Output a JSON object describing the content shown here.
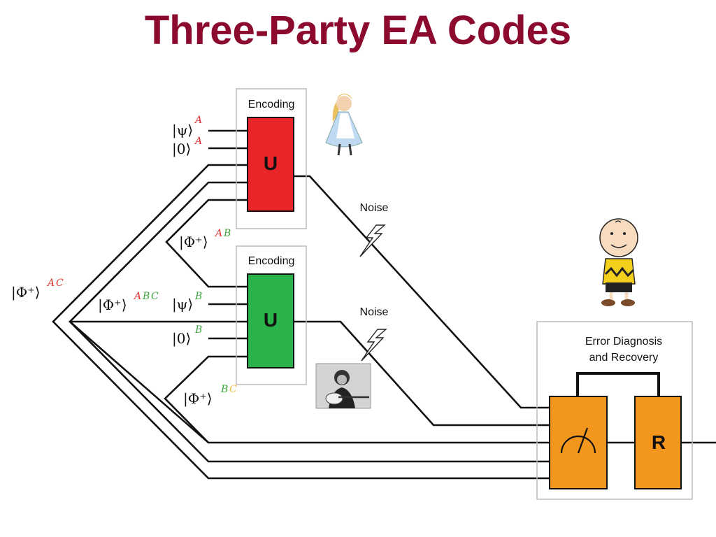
{
  "title": "Three-Party EA Codes",
  "colors": {
    "title": "#8b0a2e",
    "alice_gate": "#e8262a",
    "bob_gate": "#2ab34a",
    "recovery_gate": "#f3961e",
    "superscript_A": "#e03030",
    "superscript_B": "#3aa53a",
    "wire": "#111111",
    "box_border": "#bbbbbb"
  },
  "encoder_alice": {
    "label": "Encoding",
    "gate": "U",
    "inputs": [
      {
        "ket": "|ψ⟩",
        "sup": "A"
      },
      {
        "ket": "|0⟩",
        "sup": "A"
      }
    ]
  },
  "encoder_bob": {
    "label": "Encoding",
    "gate": "U",
    "inputs": [
      {
        "ket": "|ψ⟩",
        "sup": "B"
      },
      {
        "ket": "|0⟩",
        "sup": "B"
      }
    ]
  },
  "entangled_states": {
    "ab": {
      "ket": "|Φ⁺⟩",
      "sup": "AB"
    },
    "ac": {
      "ket": "|Φ⁺⟩",
      "sup": "AC"
    },
    "abc": {
      "ket": "|Φ⁺⟩",
      "sup": "ABC"
    },
    "bc": {
      "ket": "|Φ⁺⟩",
      "sup": "BC"
    }
  },
  "noise": [
    {
      "label": "Noise"
    },
    {
      "label": "Noise"
    }
  ],
  "decoder": {
    "label_line1": "Error Diagnosis",
    "label_line2": "and Recovery",
    "measure_icon": "meter-icon",
    "recovery_gate": "R"
  },
  "pictures": {
    "alice": "alice-figure-icon",
    "charlie": "charlie-brown-figure-icon",
    "bob": "bob-dylan-photo-icon"
  }
}
